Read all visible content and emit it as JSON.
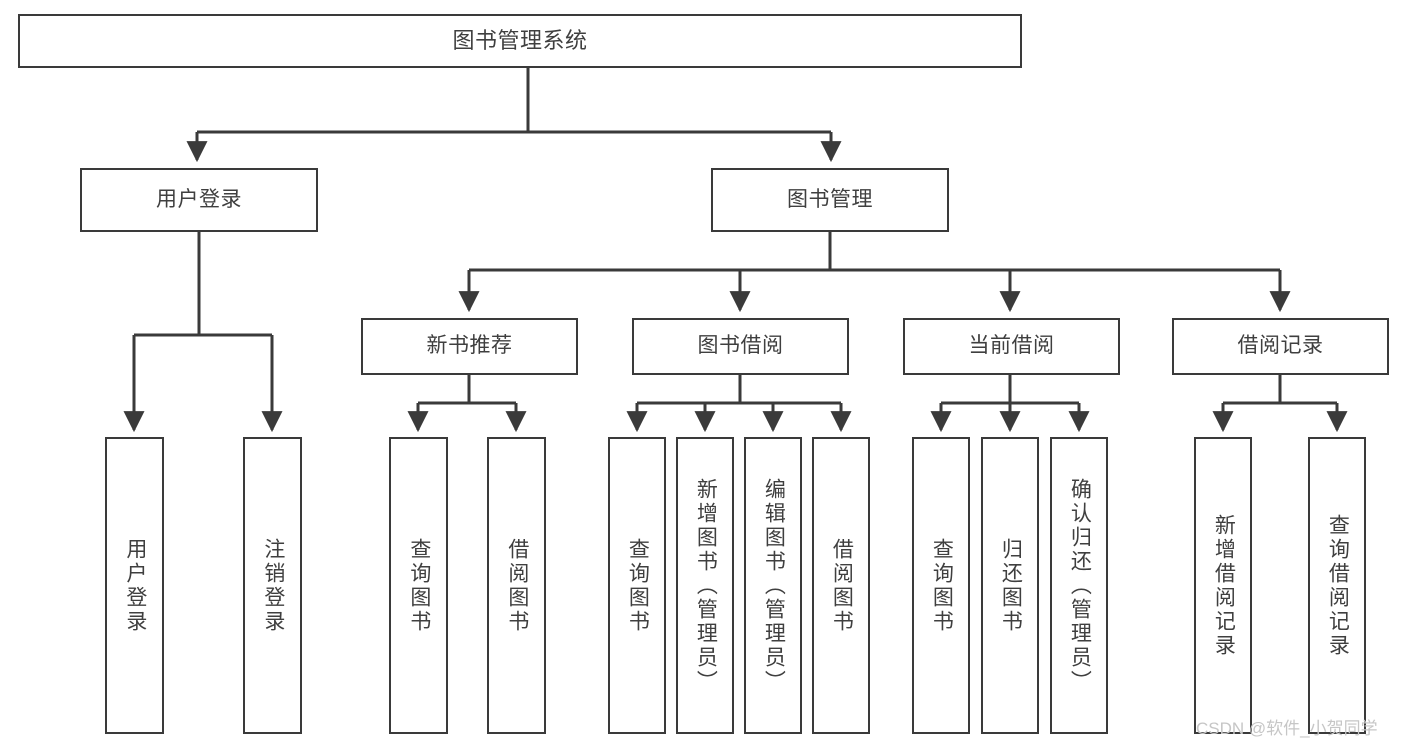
{
  "diagram": {
    "title": "图书管理系统",
    "type": "tree",
    "orientation": "top-down",
    "colors": {
      "background": "#ffffff",
      "node_border": "#3a3a3a",
      "node_fill": "#ffffff",
      "text": "#3f3f3f",
      "edge": "#3a3a3a",
      "watermark": "#c6c6c6"
    },
    "nodes": {
      "root": {
        "label": "图书管理系统"
      },
      "level2": [
        {
          "id": "user-login",
          "label": "用户登录"
        },
        {
          "id": "book-management",
          "label": "图书管理"
        }
      ],
      "level3": [
        {
          "id": "new-book-recommend",
          "label": "新书推荐"
        },
        {
          "id": "book-borrow",
          "label": "图书借阅"
        },
        {
          "id": "current-borrow",
          "label": "当前借阅"
        },
        {
          "id": "borrow-record",
          "label": "借阅记录"
        }
      ],
      "leaves": {
        "user_login": [
          {
            "id": "leaf-user-login",
            "label": "用户登录"
          },
          {
            "id": "leaf-logout",
            "label": "注销登录"
          }
        ],
        "new_book_recommend": [
          {
            "id": "leaf-query-book-1",
            "label": "查询图书"
          },
          {
            "id": "leaf-borrow-book-1",
            "label": "借阅图书"
          }
        ],
        "book_borrow": [
          {
            "id": "leaf-query-book-2",
            "label": "查询图书"
          },
          {
            "id": "leaf-add-book",
            "label": "新增图书（管理员）"
          },
          {
            "id": "leaf-edit-book",
            "label": "编辑图书（管理员）"
          },
          {
            "id": "leaf-borrow-book-2",
            "label": "借阅图书"
          }
        ],
        "current_borrow": [
          {
            "id": "leaf-query-book-3",
            "label": "查询图书"
          },
          {
            "id": "leaf-return-book",
            "label": "归还图书"
          },
          {
            "id": "leaf-confirm-return",
            "label": "确认归还（管理员）"
          }
        ],
        "borrow_record": [
          {
            "id": "leaf-add-record",
            "label": "新增借阅记录"
          },
          {
            "id": "leaf-query-record",
            "label": "查询借阅记录"
          }
        ]
      }
    }
  },
  "watermark": {
    "text": "CSDN @软件_小贺同学"
  }
}
